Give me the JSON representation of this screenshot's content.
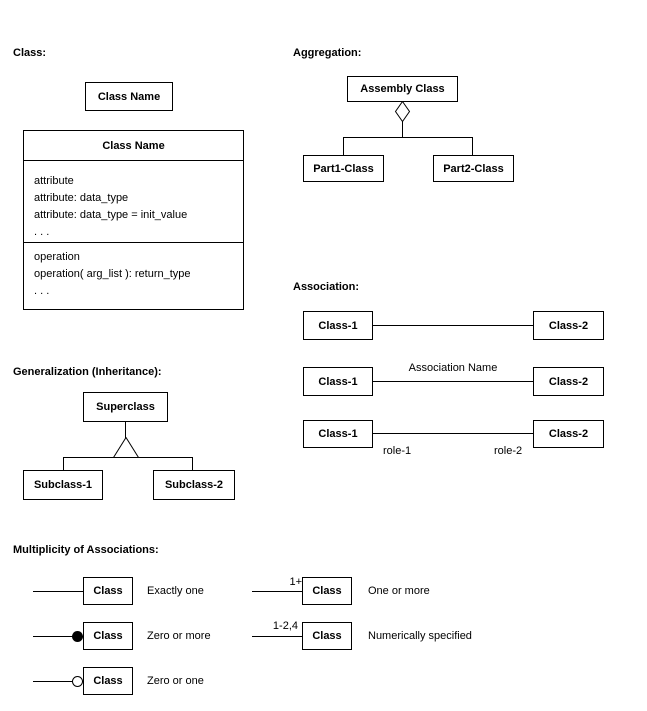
{
  "class_section": {
    "label": "Class:",
    "simple_box_label": "Class Name",
    "detailed_box": {
      "title": "Class Name",
      "attributes": [
        "attribute",
        "attribute: data_type",
        "attribute: data_type = init_value",
        ". . ."
      ],
      "operations": [
        "operation",
        "operation( arg_list ): return_type",
        ". . ."
      ]
    }
  },
  "aggregation_section": {
    "label": "Aggregation:",
    "assembly_label": "Assembly Class",
    "part1_label": "Part1-Class",
    "part2_label": "Part2-Class"
  },
  "association_section": {
    "label": "Association:",
    "plain": {
      "left": "Class-1",
      "right": "Class-2"
    },
    "named": {
      "left": "Class-1",
      "right": "Class-2",
      "name": "Association Name"
    },
    "roles": {
      "left": "Class-1",
      "right": "Class-2",
      "role_left": "role-1",
      "role_right": "role-2"
    }
  },
  "generalization_section": {
    "label": "Generalization (Inheritance):",
    "superclass_label": "Superclass",
    "subclass1_label": "Subclass-1",
    "subclass2_label": "Subclass-2"
  },
  "multiplicity_section": {
    "label": "Multiplicity of Associations:",
    "exactly_one": {
      "box": "Class",
      "description": "Exactly one"
    },
    "zero_or_more": {
      "box": "Class",
      "description": "Zero or more"
    },
    "zero_or_one": {
      "box": "Class",
      "description": "Zero or one"
    },
    "one_or_more": {
      "box": "Class",
      "description": "One or more",
      "annotation": "1+"
    },
    "numeric": {
      "box": "Class",
      "description": "Numerically specified",
      "annotation": "1-2,4"
    }
  },
  "colors": {
    "line": "#000000",
    "background": "#ffffff"
  }
}
